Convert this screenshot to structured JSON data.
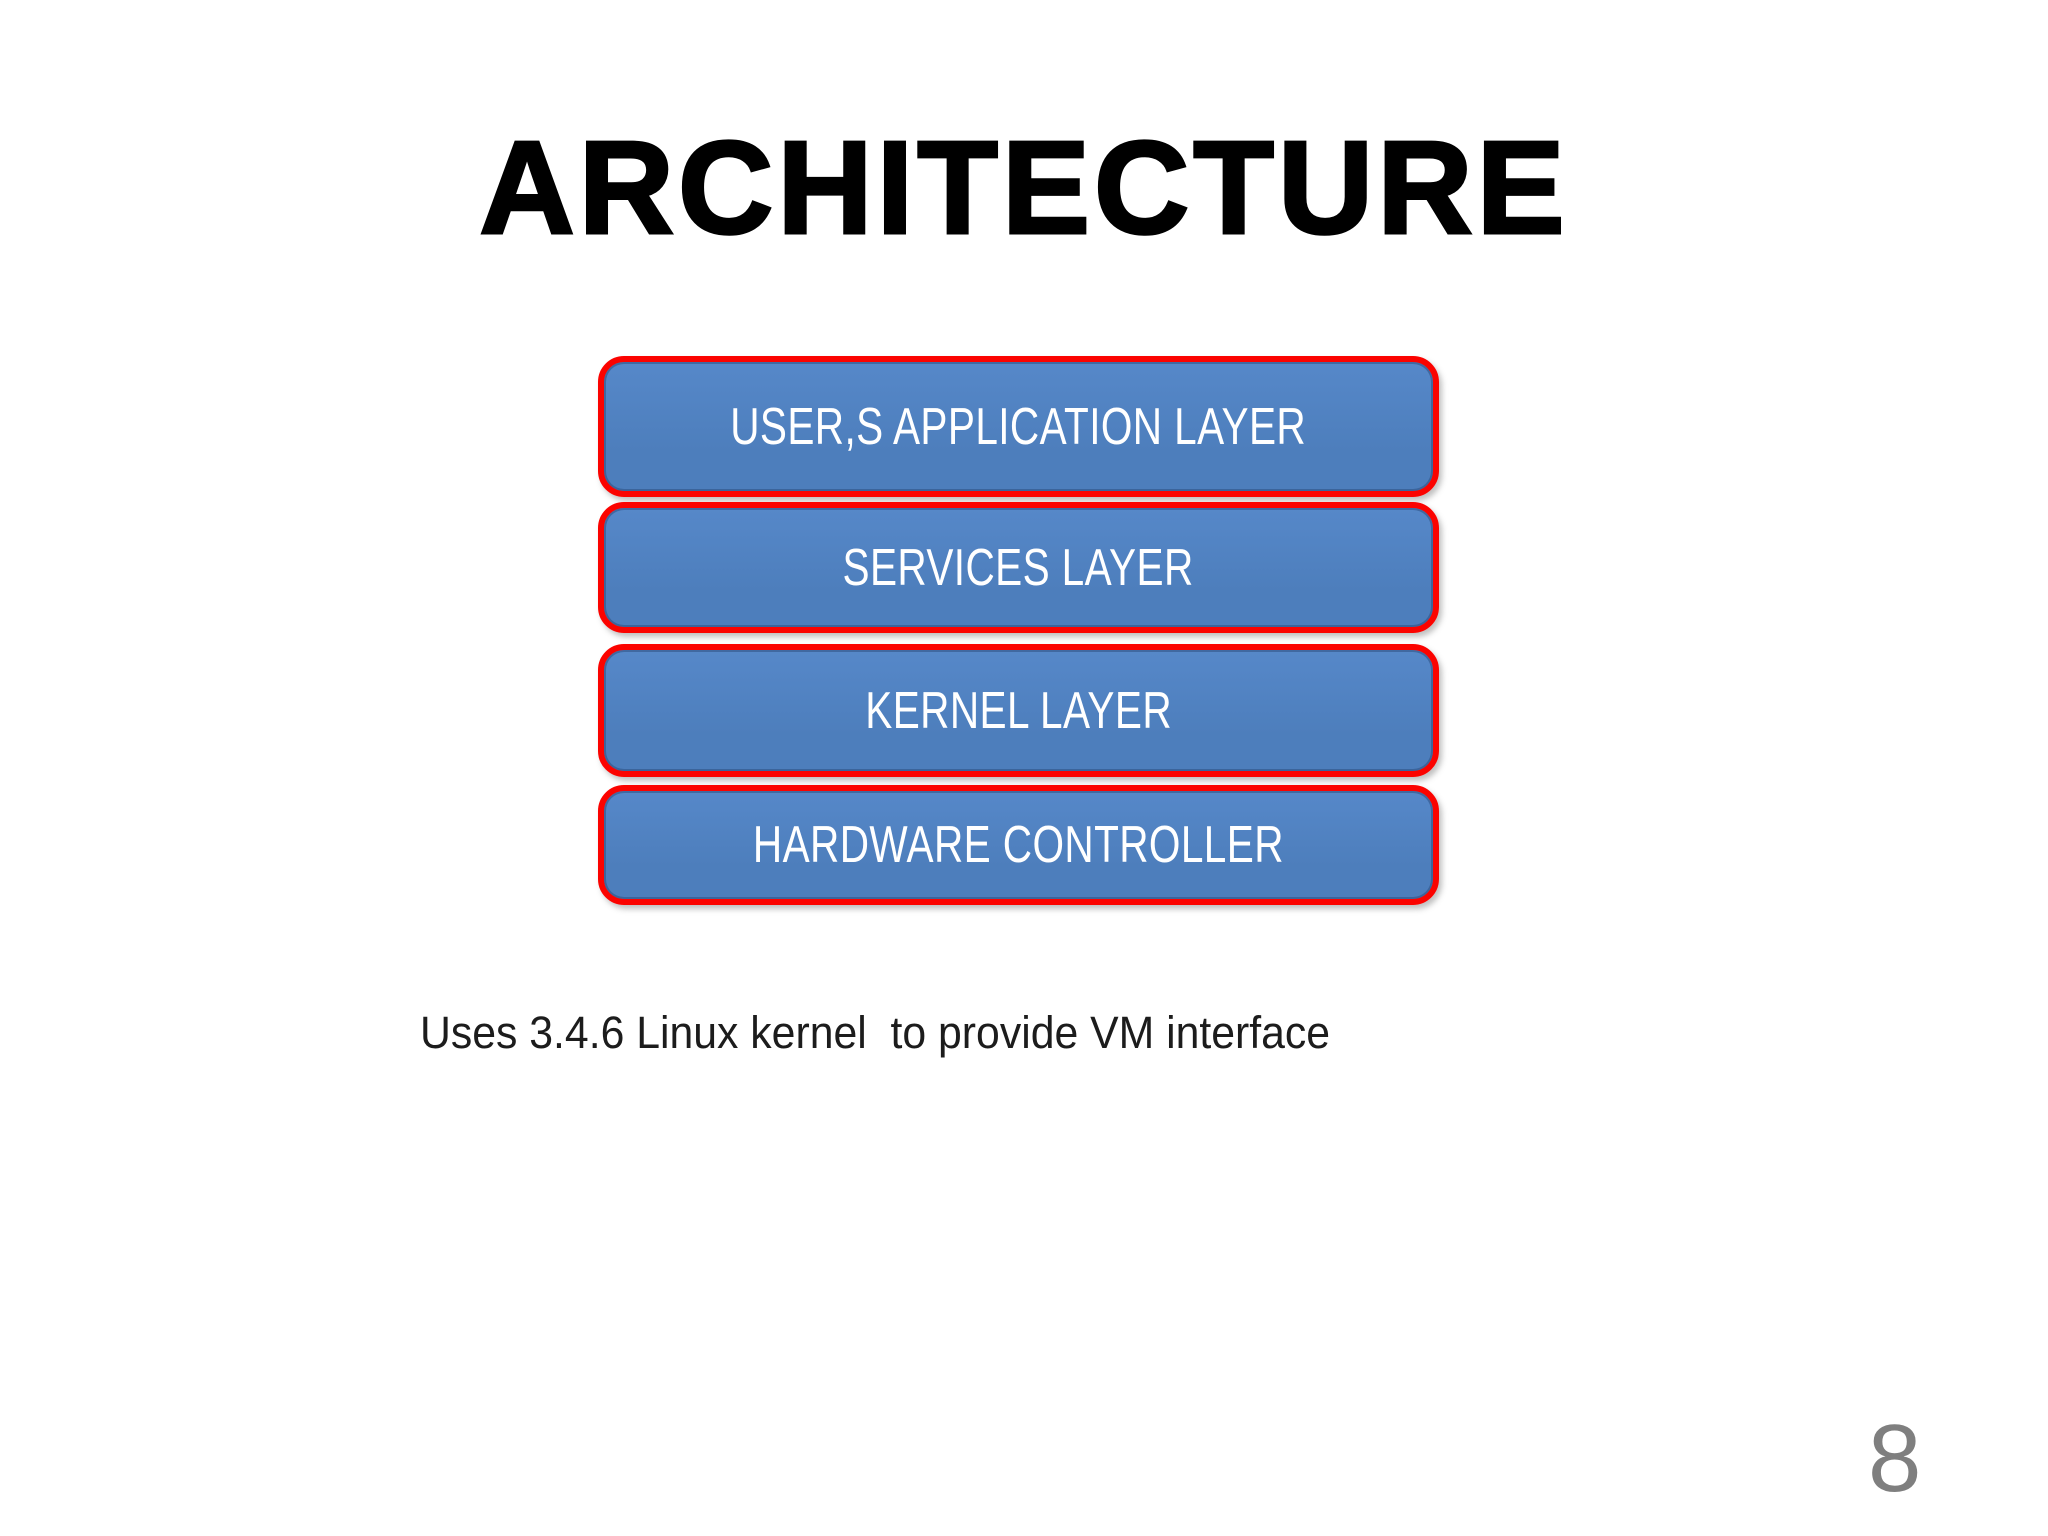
{
  "slide": {
    "title": "ARCHITECTURE",
    "diagram": {
      "layers": [
        {
          "label": "USER,S APPLICATION LAYER"
        },
        {
          "label": "SERVICES LAYER"
        },
        {
          "label": "KERNEL LAYER"
        },
        {
          "label": "HARDWARE CONTROLLER"
        }
      ]
    },
    "caption": "Uses 3.4.6 Linux kernel  to provide VM interface",
    "page_number": "8"
  },
  "colors": {
    "background": "#ffffff",
    "title_text": "#000000",
    "box_fill": "#4d7ebc",
    "box_fill_top": "#5688c9",
    "box_border": "#fb0300",
    "box_text": "#ffffff",
    "caption_text": "#1c1c1c",
    "page_number_text": "#7f7f7f"
  }
}
